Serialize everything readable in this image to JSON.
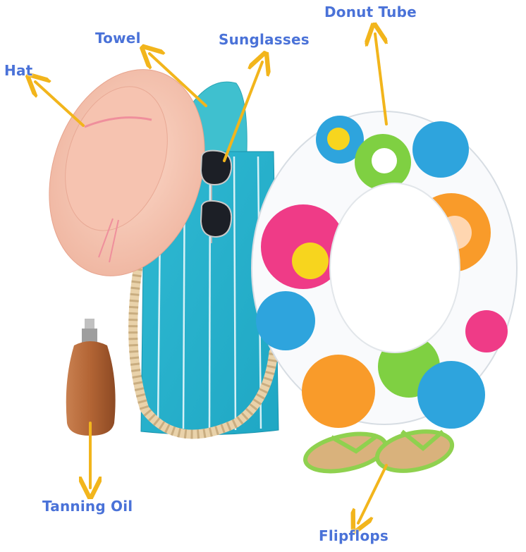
{
  "labels": {
    "donut_tube": "Donut Tube",
    "towel": "Towel",
    "sunglasses": "Sunglasses",
    "hat": "Hat",
    "tanning_oil": "Tanning Oil",
    "flipflops": "Flipflops"
  },
  "colors": {
    "label": "#4a72d8",
    "arrow": "#f2b51c",
    "bag": "#2bb3c8",
    "towel": "#3fc0cf",
    "hat": "#f6c3b0",
    "rope": "#e9d2aa",
    "bottle": "#b4693a",
    "flipflop": "#8fd14f",
    "tube_pink": "#ef3b87",
    "tube_orange": "#f99b2a",
    "tube_blue": "#2ea4dd",
    "tube_green": "#7fd042",
    "tube_yellow": "#f7d51e"
  }
}
